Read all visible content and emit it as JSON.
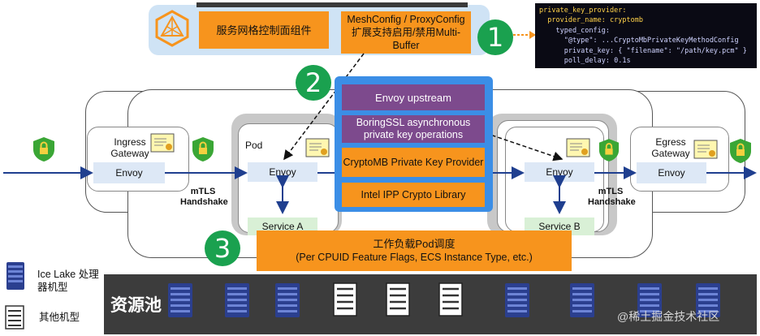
{
  "top_panel": {
    "component_label": "服务网格控制面组件",
    "meshconfig_label": "MeshConfig / ProxyConfig 扩展支持启用/禁用Multi-Buffer"
  },
  "code_snippet": {
    "lines": [
      "private_key_provider:",
      "  provider_name: cryptomb",
      "    typed_config:",
      "      \"@type\": ...CryptoMbPrivateKeyMethodConfig",
      "      private_key: { \"filename\": \"/path/key.pcm\" }",
      "      poll_delay: 0.1s"
    ]
  },
  "steps": [
    "1",
    "2",
    "3"
  ],
  "envoy_stack": {
    "upstream": "Envoy upstream",
    "boringssl": "BoringSSL asynchronous private key operations",
    "cryptomb": "CryptoMB Private Key Provider",
    "ipp": "Intel IPP Crypto Library"
  },
  "ingress": {
    "title": "Ingress Gateway",
    "envoy": "Envoy"
  },
  "egress": {
    "title": "Egress Gateway",
    "envoy": "Envoy"
  },
  "pod_a": {
    "title": "Pod",
    "envoy": "Envoy",
    "service": "Service A"
  },
  "pod_b": {
    "envoy": "Envoy",
    "service": "Service B"
  },
  "mtls_left": "mTLS Handshake",
  "mtls_right": "mTLS Handshake",
  "scheduler": {
    "line1": "工作负载Pod调度",
    "line2": "(Per CPUID Feature Flags, ECS Instance Type, etc.)"
  },
  "legend": {
    "icelake": "Ice Lake 处理器机型",
    "other": "其他机型"
  },
  "pool_title": "资源池",
  "pool_servers": [
    "icelake",
    "icelake",
    "icelake",
    "other",
    "other",
    "other",
    "icelake",
    "icelake",
    "icelake",
    "icelake"
  ],
  "watermark": "@稀土掘金技术社区",
  "colors": {
    "orange": "#f7941d",
    "purple": "#7d4a8d",
    "envoy_blue": "#dde8f6",
    "service_green": "#d9f0d6",
    "step_green": "#1aa14f",
    "stack_border": "#3b8ee6"
  }
}
